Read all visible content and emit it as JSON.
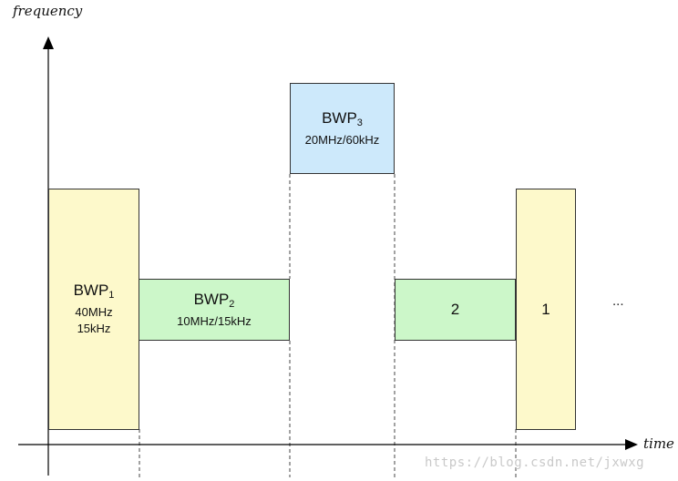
{
  "axes": {
    "y_label": "frequency",
    "x_label": "time"
  },
  "blocks": [
    {
      "id": "bwp1",
      "name": "BWP",
      "sub": "1",
      "params": [
        "40MHz",
        "15kHz"
      ]
    },
    {
      "id": "bwp2",
      "name": "BWP",
      "sub": "2",
      "params": [
        "10MHz/15kHz"
      ]
    },
    {
      "id": "bwp3",
      "name": "BWP",
      "sub": "3",
      "params": [
        "20MHz/60kHz"
      ]
    },
    {
      "id": "block-2",
      "label": "2"
    },
    {
      "id": "block-1",
      "label": "1"
    }
  ],
  "ellipsis": "...",
  "watermark": "https://blog.csdn.net/jxwxg",
  "colors": {
    "yellow": "#fdf9cb",
    "green": "#ccf7c9",
    "blue": "#cde9fb",
    "axis": "#000000",
    "dash": "#444444"
  }
}
